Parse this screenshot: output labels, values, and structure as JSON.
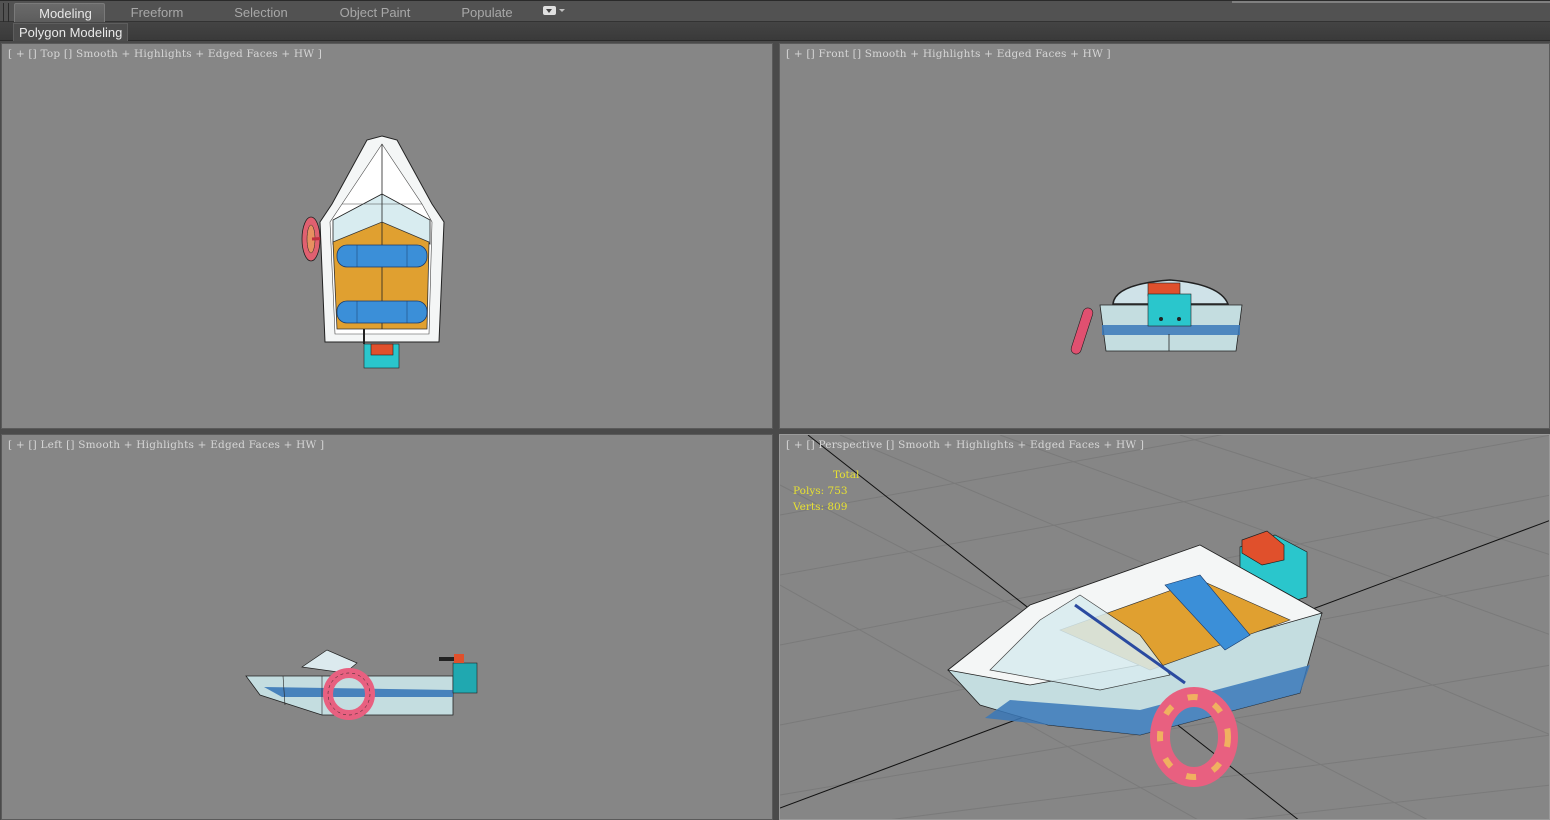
{
  "ribbon": {
    "tabs": [
      {
        "label": "Modeling",
        "active": true
      },
      {
        "label": "Freeform",
        "active": false
      },
      {
        "label": "Selection",
        "active": false
      },
      {
        "label": "Object Paint",
        "active": false
      },
      {
        "label": "Populate",
        "active": false
      }
    ],
    "dropdown_icon": "ribbon-options-icon",
    "panel_tab": "Polygon Modeling"
  },
  "viewports": {
    "top": {
      "plus": "[ + ]",
      "view": "Top",
      "shading": "Smooth + Highlights + Edged Faces + HW ]",
      "label": "[ + [] Top [] Smooth + Highlights + Edged Faces + HW ]"
    },
    "front": {
      "label": "[ + [] Front [] Smooth + Highlights + Edged Faces + HW ]"
    },
    "left": {
      "label": "[ + [] Left [] Smooth + Highlights + Edged Faces + HW ]"
    },
    "perspective": {
      "label": "[ + [] Perspective [] Smooth + Highlights + Edged Faces + HW ]",
      "stats": {
        "title": "Total",
        "polys_label": "Polys:",
        "polys": "753",
        "verts_label": "Verts:",
        "verts": "809"
      }
    }
  },
  "colors": {
    "viewport_bg": "#868686",
    "hull_white": "#f4f6f6",
    "hull_side": "#c4dde0",
    "stripe_blue": "#3a78b8",
    "deck_orange": "#e0a030",
    "seat_blue": "#3b8fd8",
    "motor_cyan": "#2ac6cc",
    "motor_red": "#e0502c",
    "ring_pink": "#e04870",
    "ring_yellow": "#f0c060",
    "stats_yellow": "#e6e033"
  }
}
